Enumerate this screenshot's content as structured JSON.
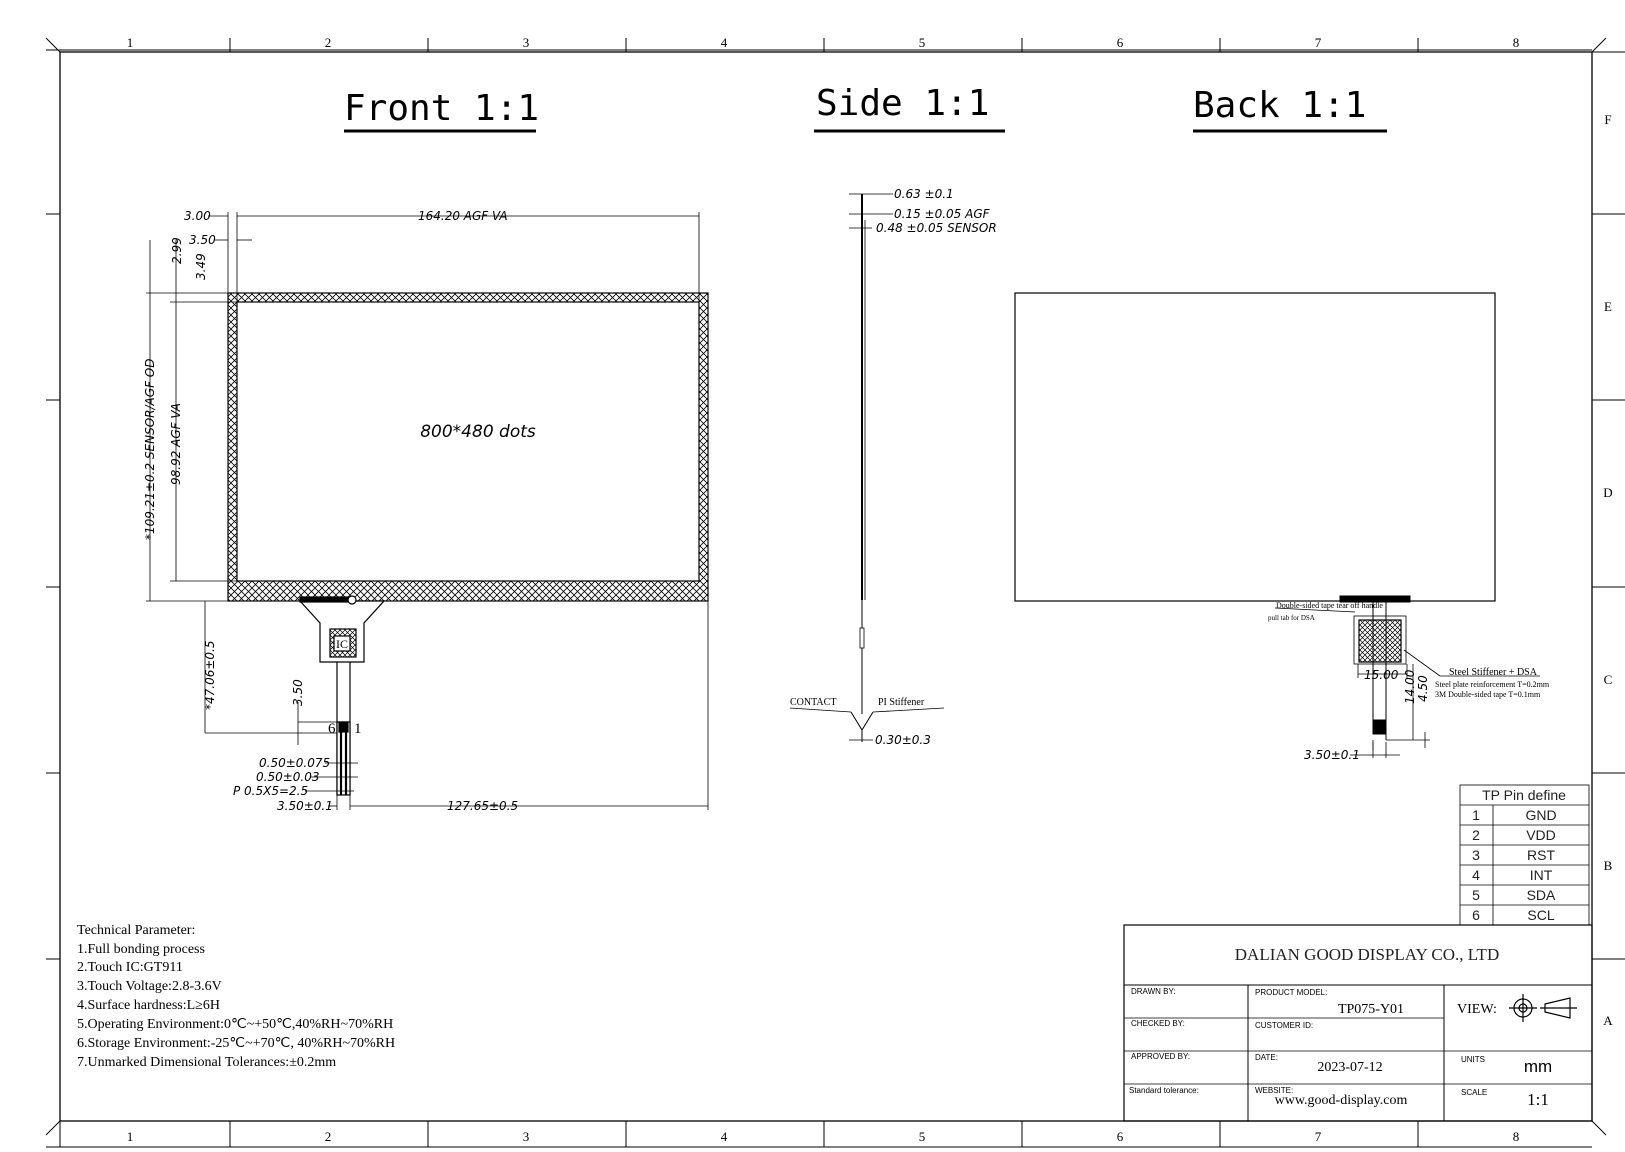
{
  "views": {
    "front_title": "Front 1:1",
    "side_title": "Side 1:1",
    "back_title": "Back 1:1"
  },
  "grid": {
    "columns": [
      "1",
      "2",
      "3",
      "4",
      "5",
      "6",
      "7",
      "8"
    ],
    "rows": [
      "F",
      "E",
      "D",
      "C",
      "B",
      "A"
    ]
  },
  "front": {
    "dim_border_left": "3.00",
    "dim_va_width": "164.20 AGF VA",
    "dim_border_left2": "3.50",
    "dim_top_a": "2.99",
    "dim_top_b": "3.49",
    "dim_height_od": "*109.21±0.2 SENSOR/AGF OD",
    "dim_height_va": "98.92 AGF VA",
    "dots_label": "800*480 dots",
    "ic_label": "IC",
    "dim_fpc_length": "*47.06±0.5",
    "dim_fpc_350": "3.50",
    "pin_6": "6",
    "pin_1": "1",
    "dim_pin_a": "0.50±0.075",
    "dim_pin_b": "0.50±0.03",
    "dim_pitch": "P  0.5X5=2.5",
    "dim_fpc_width": "3.50±0.1",
    "dim_offset": "127.65±0.5"
  },
  "side": {
    "dim_total": "0.63  ±0.1",
    "dim_agf": "0.15  ±0.05  AGF",
    "dim_sensor": "0.48  ±0.05  SENSOR",
    "label_contact": "CONTACT",
    "label_pi": "PI Stiffener",
    "dim_fpc": "0.30±0.3"
  },
  "back": {
    "label_tape_1": "Double-sided tape tear off handle",
    "label_tape_2": "pull tab for DSA",
    "label_stiffener": "Steel Stiffener + DSA",
    "label_plate": "Steel plate reinforcement T=0.2mm",
    "label_3m": "3M Double-sided tape T=0.1mm",
    "dim_1500": "15.00",
    "dim_1400": "14.00",
    "dim_450": "4.50",
    "dim_350": "3.50±0.1"
  },
  "pin_table": {
    "header": "TP  Pin  define",
    "rows": [
      {
        "num": "1",
        "name": "GND"
      },
      {
        "num": "2",
        "name": "VDD"
      },
      {
        "num": "3",
        "name": "RST"
      },
      {
        "num": "4",
        "name": "INT"
      },
      {
        "num": "5",
        "name": "SDA"
      },
      {
        "num": "6",
        "name": "SCL"
      }
    ]
  },
  "tech": {
    "title": "Technical Parameter:",
    "lines": [
      "1.Full bonding process",
      "2.Touch IC:GT911",
      "3.Touch Voltage:2.8-3.6V",
      "4.Surface hardness:L≥6H",
      "5.Operating Environment:0℃~+50℃,40%RH~70%RH",
      "6.Storage Environment:-25℃~+70℃, 40%RH~70%RH",
      "7.Unmarked Dimensional Tolerances:±0.2mm"
    ]
  },
  "title_block": {
    "company": "DALIAN GOOD DISPLAY CO., LTD",
    "drawn_by": "DRAWN BY:",
    "checked_by": "CHECKED BY:",
    "approved_by": "APPROVED BY:",
    "standard_tolerance": "Standard tolerance:",
    "product_model_label": "PRODUCT MODEL:",
    "product_model": "TP075-Y01",
    "customer_id_label": "CUSTOMER ID:",
    "date_label": "DATE:",
    "date": "2023-07-12",
    "website_label": "WEBSITE:",
    "website": "www.good-display.com",
    "view_label": "VIEW:",
    "units_label": "UNITS",
    "units": "mm",
    "scale_label": "SCALE",
    "scale": "1:1"
  }
}
